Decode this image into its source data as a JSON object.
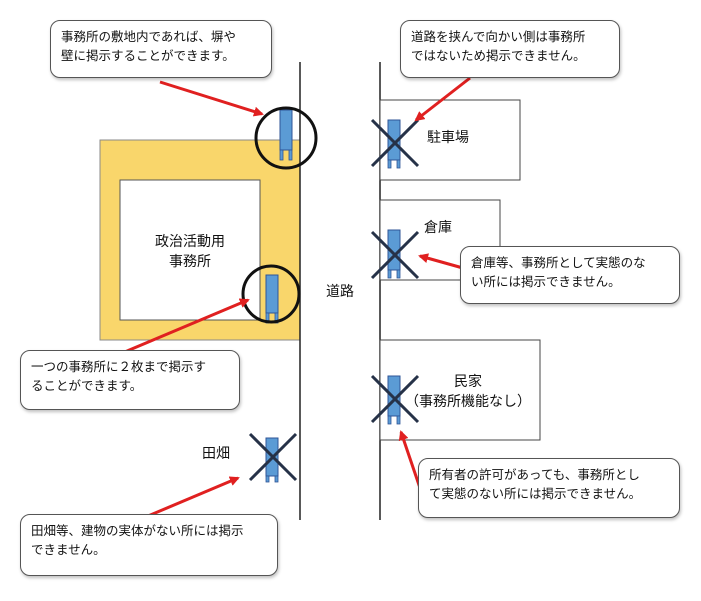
{
  "colors": {
    "grounds_fill": "#F9D66B",
    "sign_fill": "#5B9BD5",
    "sign_stroke": "#2F5597",
    "arrow": "#E02020",
    "cross": "#263248",
    "line": "#222222"
  },
  "labels": {
    "office": "政治活動用\n事務所",
    "road": "道路",
    "parking": "駐車場",
    "warehouse": "倉庫",
    "house": "民家\n（事務所機能なし）",
    "field": "田畑"
  },
  "callouts": {
    "c1": "事務所の敷地内であれば、塀や\n壁に掲示することができます。",
    "c2": "道路を挟んで向かい側は事務所\nではないため掲示できません。",
    "c3": "倉庫等、事務所として実態のな\nい所には掲示できません。",
    "c4": "一つの事務所に２枚まで掲示す\nることができます。",
    "c5": "所有者の許可があっても、事務所とし\nて実態のない所には掲示できません。",
    "c6": "田畑等、建物の実体がない所には掲示\nできません。"
  }
}
